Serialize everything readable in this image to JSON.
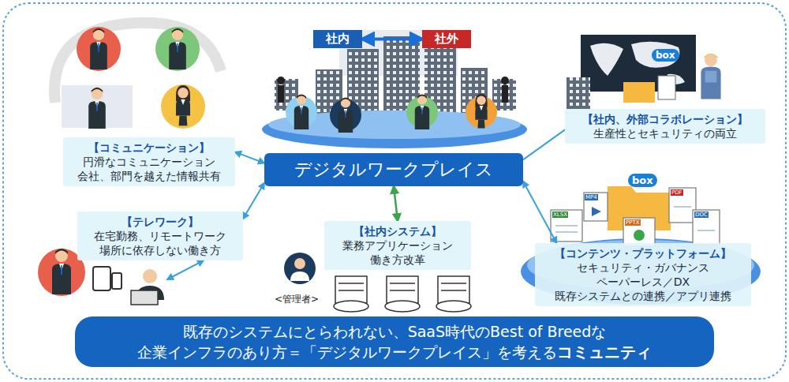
{
  "diagram": {
    "nodes": [
      {
        "text": [
          "社内"
        ]
      },
      {
        "text": [
          "社外"
        ]
      },
      {
        "text": [
          "デジタルワークプレイス"
        ]
      },
      {
        "text": [
          "【コミュニケーション】",
          "円滑なコミュニケーション",
          "会社、部門を越えた情報共有"
        ]
      },
      {
        "text": [
          "【テレワーク】",
          "在宅勤務、リモートワーク",
          "場所に依存しない働き方"
        ]
      },
      {
        "text": [
          "【社内システム】",
          "業務アプリケーション",
          "働き方改革"
        ]
      },
      {
        "text": [
          "【社内、外部コラボレーション】",
          "生産性とセキュリティの両立"
        ]
      },
      {
        "text": [
          "【コンテンツ・プラットフォーム】",
          "セキュリティ・ガバナンス",
          "ペーパーレス／DX",
          "既存システムとの連携／アプリ連携"
        ]
      },
      {
        "text": [
          "既存のシステムにとらわれない、SaaS時代のBest of Breedな",
          "企業インフラのあり方＝「デジタルワークプレイス」を考える",
          "コミュニティ"
        ]
      }
    ],
    "edges": [
      {
        "from": 0,
        "to": 1,
        "arrow": "both"
      },
      {
        "from": 3,
        "to": 2,
        "arrow": "both"
      },
      {
        "from": 4,
        "to": 2,
        "arrow": "both"
      },
      {
        "from": 5,
        "to": 2,
        "arrow": "both"
      },
      {
        "from": 6,
        "to": 2,
        "arrow": "none"
      },
      {
        "from": 7,
        "to": 2,
        "arrow": "both"
      }
    ],
    "labels": [
      "<管理者>",
      "box",
      "box",
      "MP4",
      "PDF",
      "XLSX",
      "PPTX",
      "DOC"
    ]
  }
}
